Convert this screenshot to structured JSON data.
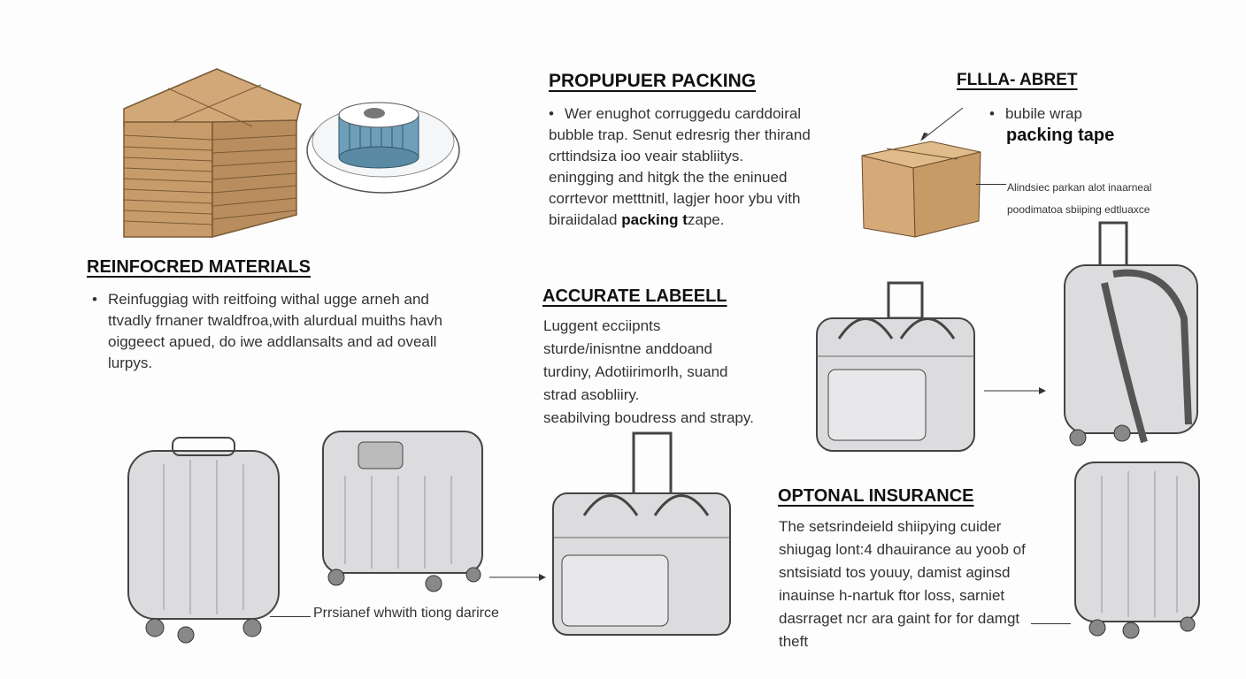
{
  "sections": {
    "proper_packing": {
      "title": "PROPUPUER PACKING",
      "lines": [
        "Wer enughot corruggedu carddoiral",
        "bubble trap. Senut edresrig ther thirand",
        "crttindsiza ioo veair stabliitys.",
        "eningging and hitgk the the eninued",
        "corrtevor metttnitl, lagjer hoor ybu vith"
      ],
      "last_line_prefix": "biraiidalad",
      "last_line_bold": "packing t",
      "last_line_suffix": "zape."
    },
    "fllla_abret": {
      "title": "FLLLA- ABRET",
      "bullet": "bubile wrap",
      "bold": "packing tape",
      "callout": [
        "Alindsiec parkan alot inaarneal",
        "poodimatoa sbiiping edtluaxce"
      ]
    },
    "reinforced_materials": {
      "title": "REINFOCRED MATERIALS",
      "lines": [
        "Reinfuggiag with reitfoing withal ugge arneh and",
        "ttvadly frnaner twaldfroa,with alurdual muiths havh",
        "oiggeect apued, do iwe addlansalts and ad oveall",
        "lurpys."
      ]
    },
    "accurate_label": {
      "title": "ACCURATE LABEELL",
      "lines": [
        "Luggent ecciipnts",
        "sturde/inisntne anddoand",
        "turdiny, Adotiirimorlh, suand",
        "strad asobliiry.",
        "seabilving boudress and strapy."
      ]
    },
    "optional_insurance": {
      "title": "OPTONAL INSURANCE",
      "lines": [
        "The setsrindeield shiipying cuider",
        "shiugag lont:4 dhauirance au yoob of",
        "sntsisiatd tos youuy, damist aginsd",
        "inauinse h-nartuk ftor loss, sarniet",
        "dasrraget ncr ara gaint for for damgt",
        "theft"
      ]
    },
    "suitcase_caption": "Prrsianef whwith tiong darirce"
  },
  "colors": {
    "cardboard": "#d2a878",
    "tape_blue": "#6e9fb8",
    "luggage": "#d9d9db",
    "outline": "#444444"
  }
}
